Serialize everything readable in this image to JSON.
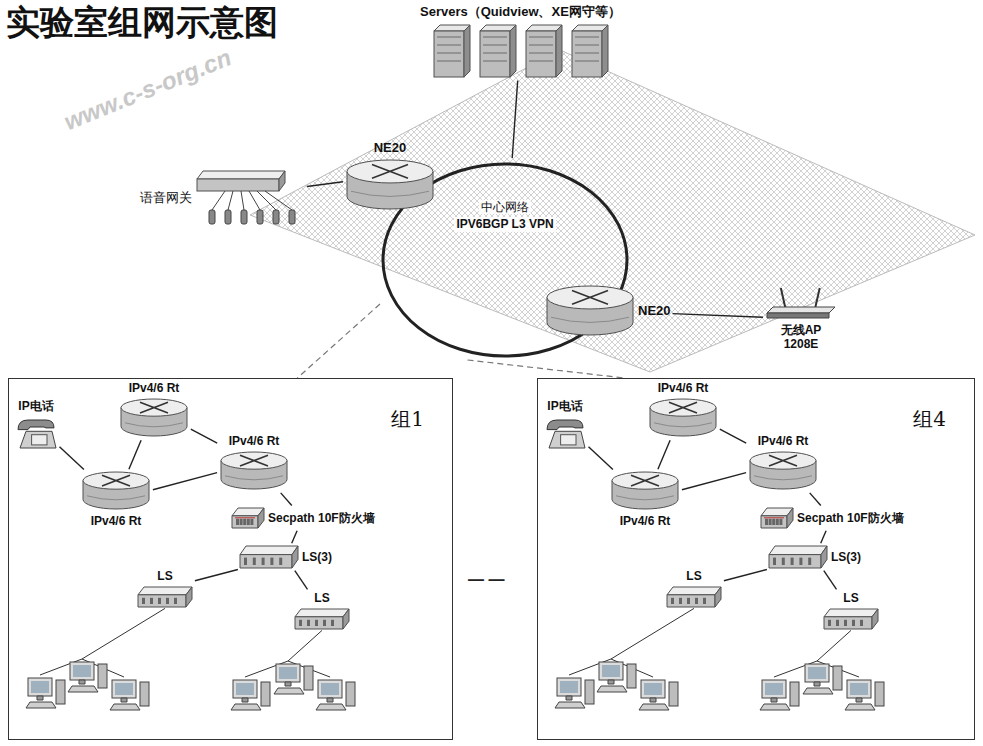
{
  "diagram": {
    "title": "实验室组网示意图",
    "nodes": [
      {
        "text": [
          "Servers（Quidview、XE网守等）"
        ]
      },
      {
        "text": [
          "NE20"
        ]
      },
      {
        "text": [
          "语音网关"
        ]
      },
      {
        "text": [
          "中心网络",
          "IPV6BGP L3 VPN"
        ]
      },
      {
        "text": [
          "NE20"
        ]
      },
      {
        "text": [
          "无线AP 1208E"
        ]
      },
      {
        "text": [
          "组1"
        ]
      },
      {
        "text": [
          "IPv4/6 Rt"
        ],
        "in": 6
      },
      {
        "text": [
          "IP电话"
        ],
        "in": 6
      },
      {
        "text": [
          "IPv4/6 Rt"
        ],
        "in": 6
      },
      {
        "text": [
          "IPv4/6 Rt"
        ],
        "in": 6
      },
      {
        "text": [
          "Secpath 10F防火墙"
        ],
        "in": 6
      },
      {
        "text": [
          "LS(3)"
        ],
        "in": 6
      },
      {
        "text": [
          "LS"
        ],
        "in": 6
      },
      {
        "text": [
          "LS"
        ],
        "in": 6
      },
      {
        "text": [
          "组4"
        ]
      },
      {
        "text": [
          "IPv4/6 Rt"
        ],
        "in": 15
      },
      {
        "text": [
          "IP电话"
        ],
        "in": 15
      },
      {
        "text": [
          "IPv4/6 Rt"
        ],
        "in": 15
      },
      {
        "text": [
          "IPv4/6 Rt"
        ],
        "in": 15
      },
      {
        "text": [
          "Secpath 10F防火墙"
        ],
        "in": 15
      },
      {
        "text": [
          "LS(3)"
        ],
        "in": 15
      },
      {
        "text": [
          "LS"
        ],
        "in": 15
      },
      {
        "text": [
          "LS"
        ],
        "in": 15
      }
    ],
    "edges": [
      {
        "from": 0,
        "to": 3,
        "arrow": "none"
      },
      {
        "from": 1,
        "to": 2,
        "arrow": "none"
      },
      {
        "from": 4,
        "to": 5,
        "arrow": "none"
      },
      {
        "from": 3,
        "to": 6,
        "arrow": "none"
      },
      {
        "from": 3,
        "to": 15,
        "arrow": "none"
      },
      {
        "from": 7,
        "to": 9,
        "arrow": "none"
      },
      {
        "from": 7,
        "to": 10,
        "arrow": "none"
      },
      {
        "from": 9,
        "to": 10,
        "arrow": "none"
      },
      {
        "from": 8,
        "to": 10,
        "arrow": "none"
      },
      {
        "from": 9,
        "to": 11,
        "arrow": "none"
      },
      {
        "from": 11,
        "to": 12,
        "arrow": "none"
      },
      {
        "from": 12,
        "to": 13,
        "arrow": "none"
      },
      {
        "from": 12,
        "to": 14,
        "arrow": "none"
      },
      {
        "from": 16,
        "to": 18,
        "arrow": "none"
      },
      {
        "from": 16,
        "to": 19,
        "arrow": "none"
      },
      {
        "from": 18,
        "to": 19,
        "arrow": "none"
      },
      {
        "from": 17,
        "to": 19,
        "arrow": "none"
      },
      {
        "from": 18,
        "to": 20,
        "arrow": "none"
      },
      {
        "from": 20,
        "to": 21,
        "arrow": "none"
      },
      {
        "from": 21,
        "to": 22,
        "arrow": "none"
      },
      {
        "from": 21,
        "to": 23,
        "arrow": "none"
      }
    ],
    "labels": [
      "— —",
      "www.c-s-org.cn"
    ]
  }
}
